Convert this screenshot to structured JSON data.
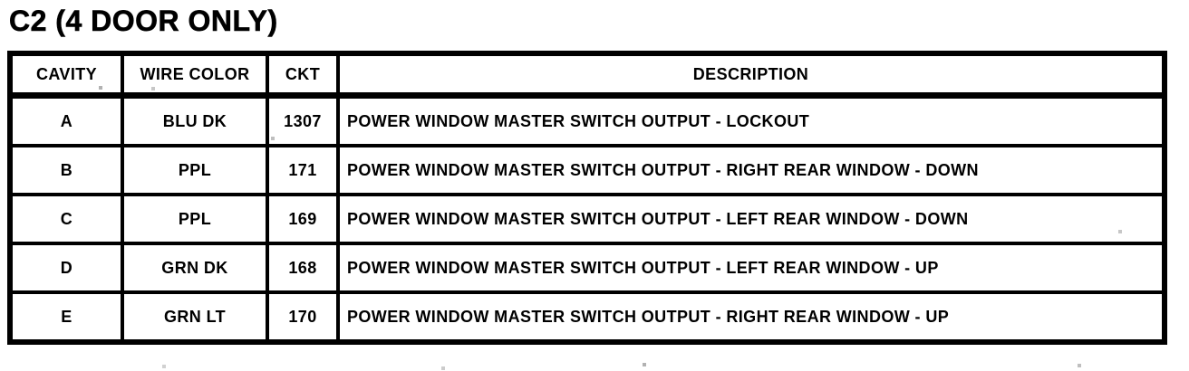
{
  "title": "C2 (4 DOOR ONLY)",
  "colors": {
    "ink": "#000000",
    "paper": "#ffffff"
  },
  "table": {
    "columns": [
      "CAVITY",
      "WIRE COLOR",
      "CKT",
      "DESCRIPTION"
    ],
    "rows": [
      {
        "cavity": "A",
        "wire_color": "BLU DK",
        "ckt": "1307",
        "description": "POWER WINDOW MASTER SWITCH OUTPUT - LOCKOUT"
      },
      {
        "cavity": "B",
        "wire_color": "PPL",
        "ckt": "171",
        "description": "POWER WINDOW MASTER SWITCH OUTPUT - RIGHT REAR WINDOW - DOWN"
      },
      {
        "cavity": "C",
        "wire_color": "PPL",
        "ckt": "169",
        "description": "POWER WINDOW MASTER SWITCH OUTPUT - LEFT REAR WINDOW - DOWN"
      },
      {
        "cavity": "D",
        "wire_color": "GRN DK",
        "ckt": "168",
        "description": "POWER WINDOW MASTER SWITCH OUTPUT - LEFT REAR WINDOW - UP"
      },
      {
        "cavity": "E",
        "wire_color": "GRN LT",
        "ckt": "170",
        "description": "POWER WINDOW MASTER SWITCH OUTPUT - RIGHT REAR WINDOW - UP"
      }
    ]
  }
}
